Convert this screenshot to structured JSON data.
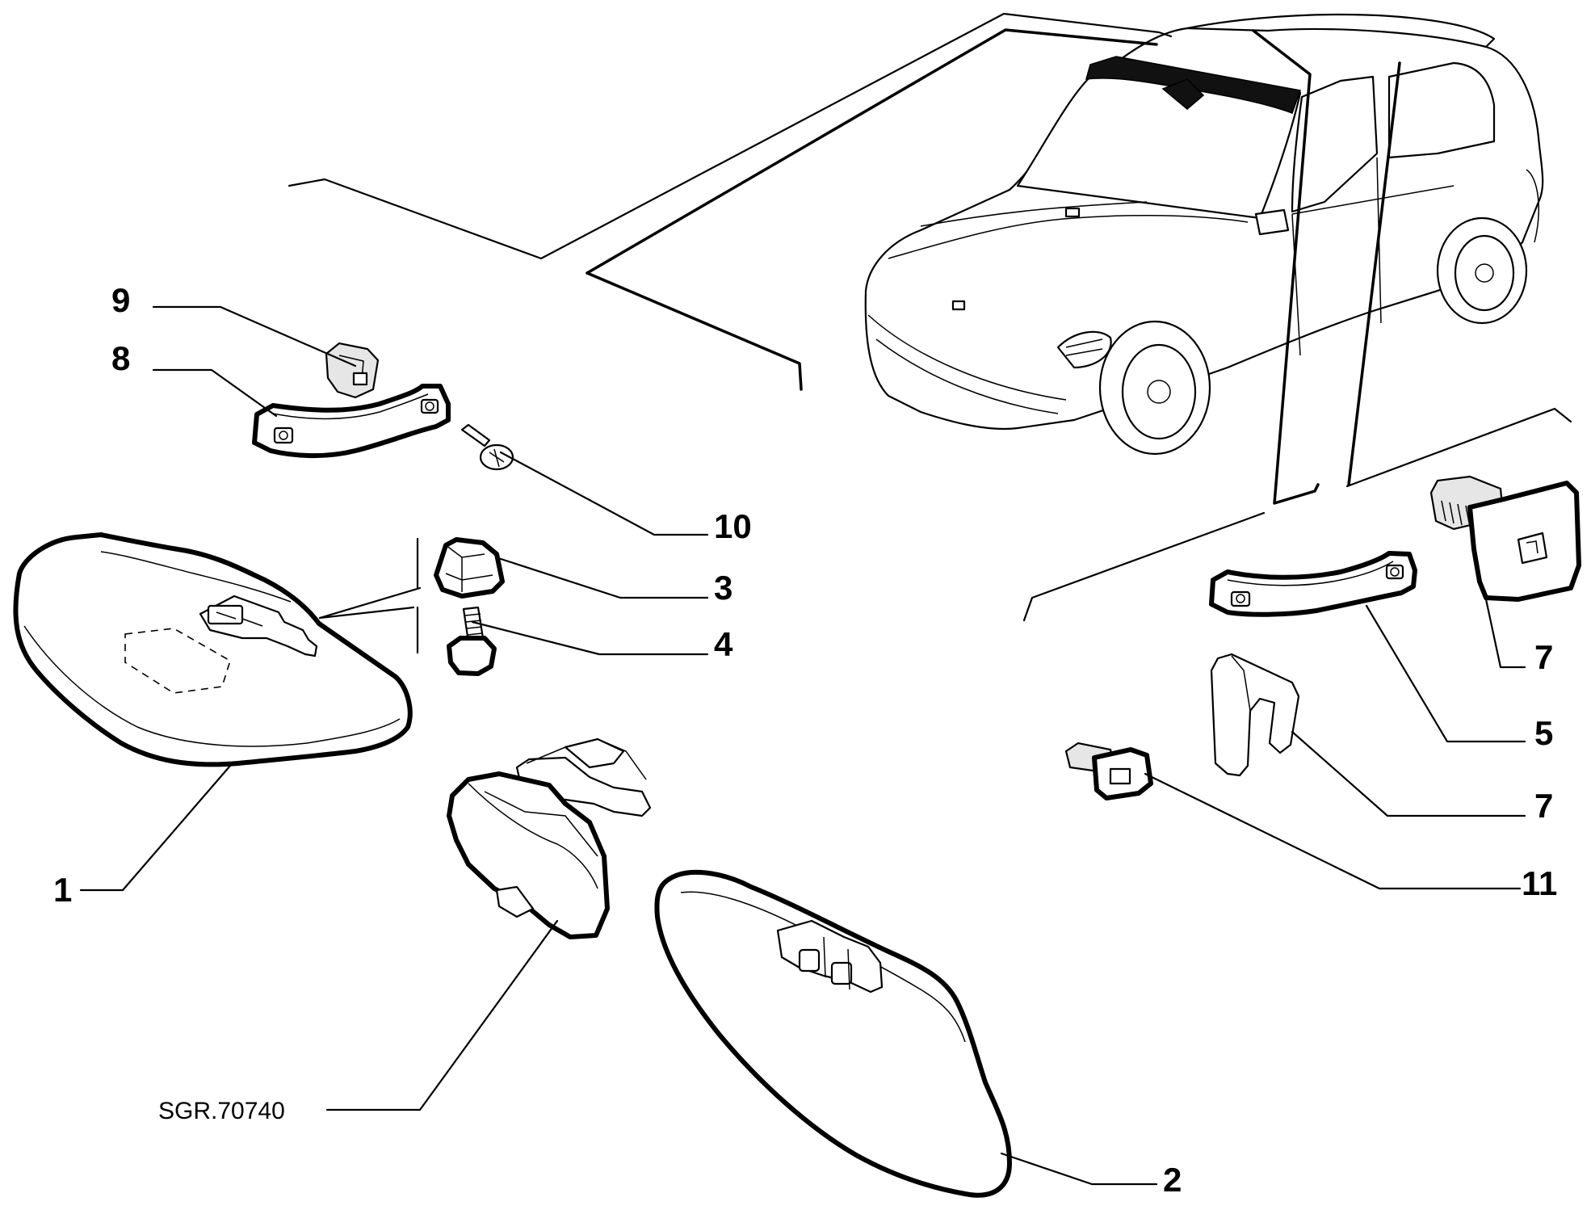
{
  "callouts": {
    "c1": "1",
    "c2": "2",
    "c3": "3",
    "c4": "4",
    "c5": "5",
    "c7a": "7",
    "c7b": "7",
    "c8": "8",
    "c9": "9",
    "c10": "10",
    "c11": "11"
  },
  "reference": "SGR.70740"
}
